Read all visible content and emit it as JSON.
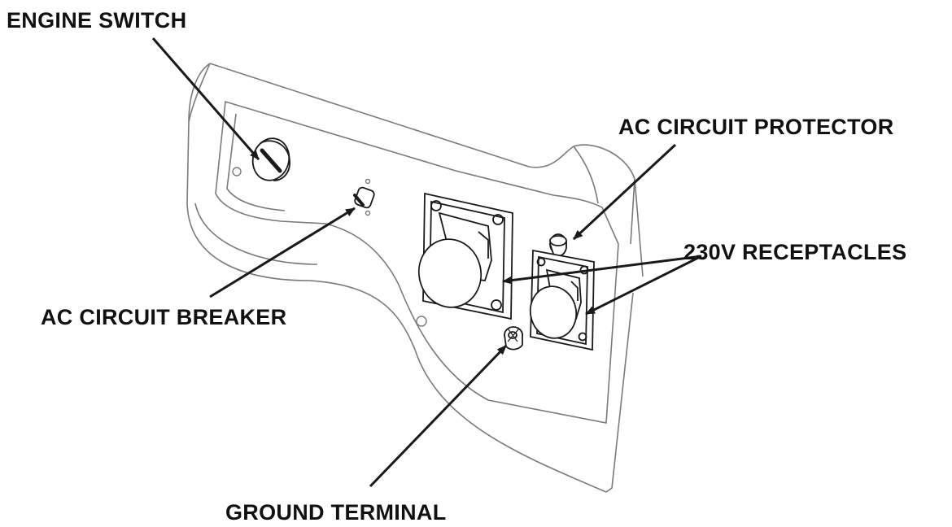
{
  "labels": {
    "engine_switch": "ENGINE SWITCH",
    "ac_circuit_protector": "AC CIRCUIT PROTECTOR",
    "receptacles": "230V RECEPTACLES",
    "ac_circuit_breaker": "AC CIRCUIT BREAKER",
    "ground_terminal": "GROUND TERMINAL"
  },
  "colors": {
    "line": "#1a1a1a",
    "panel_line": "#7a7a7a",
    "background": "#ffffff"
  }
}
